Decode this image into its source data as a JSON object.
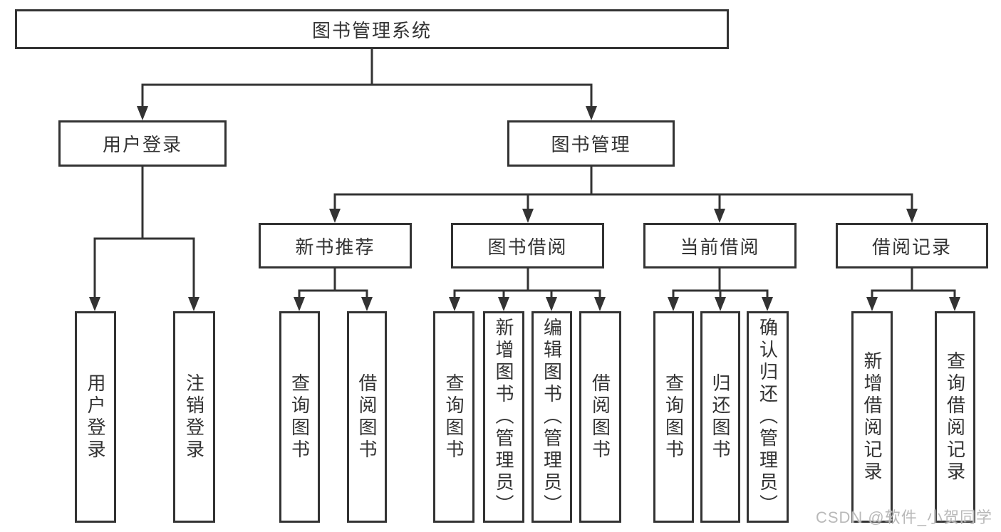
{
  "tree": {
    "label": "图书管理系统",
    "children": [
      {
        "label": "用户登录",
        "children": [
          {
            "label": "用户登录"
          },
          {
            "label": "注销登录"
          }
        ]
      },
      {
        "label": "图书管理",
        "children": [
          {
            "label": "新书推荐",
            "children": [
              {
                "label": "查询图书"
              },
              {
                "label": "借阅图书"
              }
            ]
          },
          {
            "label": "图书借阅",
            "children": [
              {
                "label": "查询图书"
              },
              {
                "label": "新增图书（管理员）"
              },
              {
                "label": "编辑图书（管理员）"
              },
              {
                "label": "借阅图书"
              }
            ]
          },
          {
            "label": "当前借阅",
            "children": [
              {
                "label": "查询图书"
              },
              {
                "label": "归还图书"
              },
              {
                "label": "确认归还（管理员）"
              }
            ]
          },
          {
            "label": "借阅记录",
            "children": [
              {
                "label": "新增借阅记录"
              },
              {
                "label": "查询借阅记录"
              }
            ]
          }
        ]
      }
    ]
  },
  "watermark": {
    "text": "CSDN @软件_小贺同学"
  },
  "colors": {
    "line": "#333333",
    "text": "#333333",
    "watermark": "#b9b9b9",
    "background": "#ffffff"
  }
}
